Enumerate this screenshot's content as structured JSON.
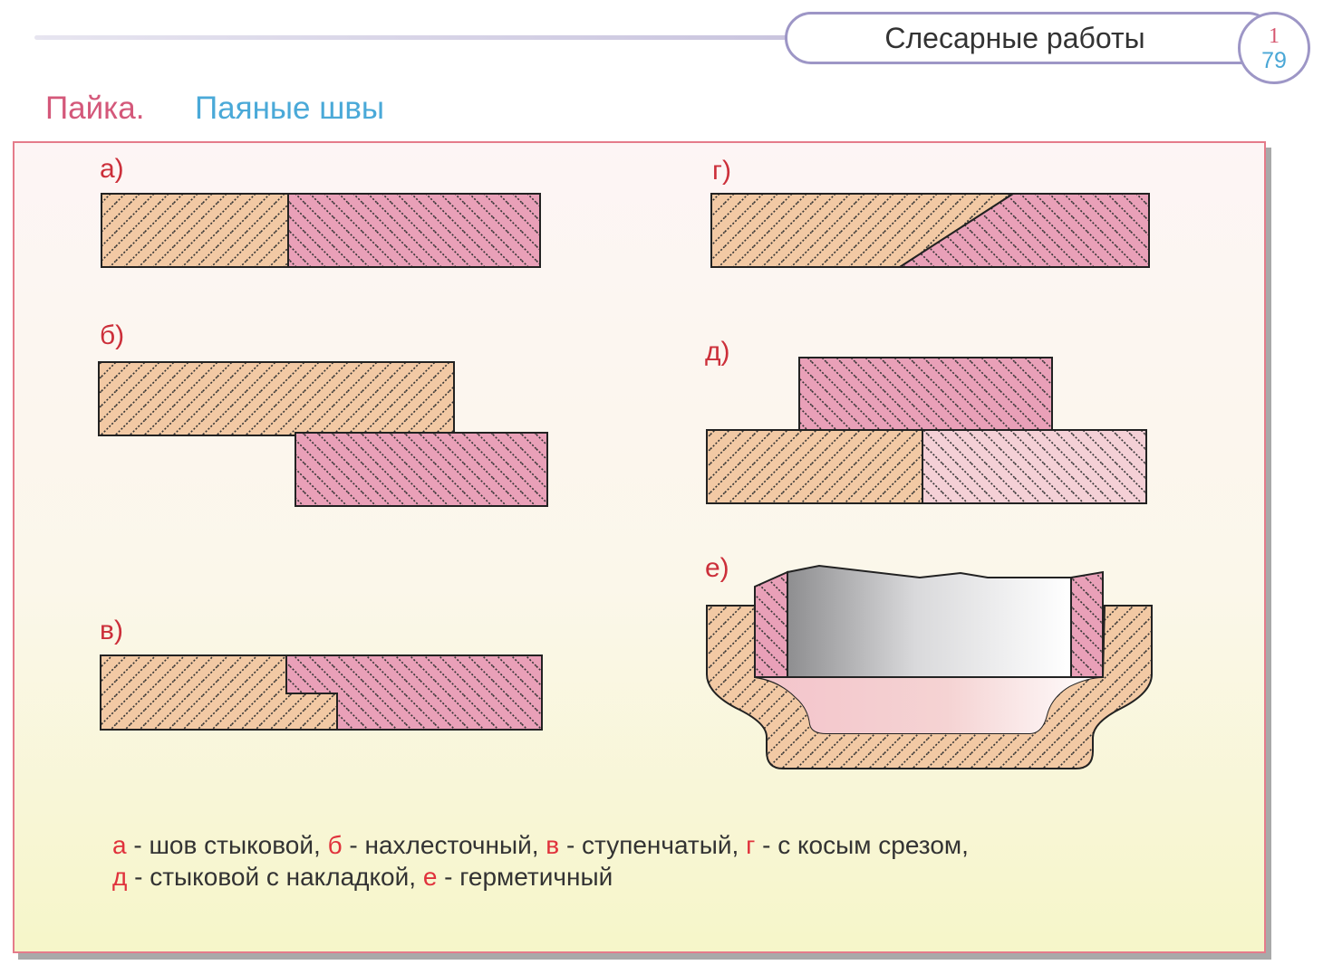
{
  "header": {
    "title": "Слесарные работы",
    "chapter": "1",
    "page": "79"
  },
  "page_title": {
    "part1": "Пайка.",
    "part2": "Паяные швы"
  },
  "figures": {
    "a": "а)",
    "b": "б)",
    "v": "в)",
    "g": "г)",
    "d": "д)",
    "e": "е)"
  },
  "caption": {
    "k1": "а",
    "t1": " - шов стыковой,  ",
    "k2": "б",
    "t2": " - нахлесточный, ",
    "k3": "в",
    "t3": " - ступенчатый, ",
    "k4": "г",
    "t4": " - с косым срезом,",
    "k5": "д",
    "t5": " - стыковой с накладкой, ",
    "k6": "е",
    "t6": " - герметичный"
  },
  "colors": {
    "part_tan": "#f2c9a4",
    "part_pink": "#e9a0b8",
    "part_light_pink": "#f4d0d6",
    "hatch": "#333333",
    "accent_red": "#e0323c",
    "title_pink": "#d4587a",
    "title_blue": "#4aa9d8",
    "frame_purple": "#9d96c6"
  }
}
